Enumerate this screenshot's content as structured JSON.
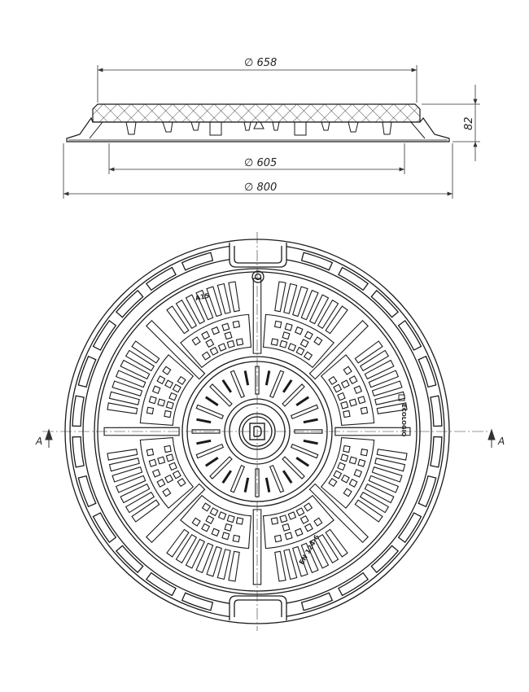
{
  "dimensions": {
    "d658": "∅ 658",
    "d605": "∅ 605",
    "d800": "∅ 800",
    "h82": "82"
  },
  "plan": {
    "load_class": "A15",
    "standard": "EN 124-6",
    "brand": "ECOLOGIQ"
  },
  "section": {
    "left_label": "A",
    "right_label": "A"
  },
  "colors": {
    "line": "#1a1a1a",
    "dim": "#333333",
    "background": "#ffffff"
  }
}
